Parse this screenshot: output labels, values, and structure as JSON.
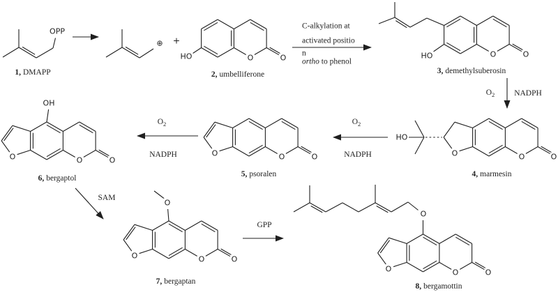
{
  "colors": {
    "ink": "#1f1f1f",
    "background": "#ffffff"
  },
  "molecules": {
    "dmapp": {
      "num": "1,",
      "name": "DMAPP",
      "opp_label": "OPP"
    },
    "allyl_cation": {
      "charge_symbol": "⊕"
    },
    "plus_sign": "+",
    "umbelliferone": {
      "num": "2,",
      "name": "umbelliferone",
      "hydroxyl": "HO",
      "ring_oxygen": "O",
      "carbonyl_oxygen": "O"
    },
    "demethylsuberosin": {
      "num": "3,",
      "name": "demethylsuberosin",
      "hydroxyl": "HO",
      "ring_oxygen": "O",
      "carbonyl_oxygen": "O"
    },
    "marmesin": {
      "num": "4,",
      "name": "marmesin",
      "hydroxyl": "HO",
      "furan_oxygen": "O",
      "ring_oxygen": "O",
      "carbonyl_oxygen": "O"
    },
    "psoralen": {
      "num": "5,",
      "name": "psoralen",
      "furan_oxygen": "O",
      "ring_oxygen": "O",
      "carbonyl_oxygen": "O"
    },
    "bergaptol": {
      "num": "6,",
      "name": "bergaptol",
      "hydroxyl": "OH",
      "furan_oxygen": "O",
      "ring_oxygen": "O",
      "carbonyl_oxygen": "O"
    },
    "bergaptan": {
      "num": "7,",
      "name": "bergaptan",
      "methoxy_oxygen": "O",
      "furan_oxygen": "O",
      "ring_oxygen": "O",
      "carbonyl_oxygen": "O"
    },
    "bergamottin": {
      "num": "8,",
      "name": "bergamottin",
      "ether_oxygen": "O",
      "furan_oxygen": "O",
      "ring_oxygen": "O",
      "carbonyl_oxygen": "O"
    }
  },
  "steps": {
    "alkylation": {
      "line1": "C-alkylation at",
      "line2": "activated positio",
      "line3": "n",
      "line4_italic": "ortho",
      "line4_rest": " to phenol"
    },
    "step_3_to_4": {
      "oxygen": "O",
      "oxygen_sub": "2",
      "cofactor": "NADPH"
    },
    "step_4_to_5": {
      "oxygen": "O",
      "oxygen_sub": "2",
      "cofactor": "NADPH"
    },
    "step_5_to_6": {
      "oxygen": "O",
      "oxygen_sub": "2",
      "cofactor": "NADPH"
    },
    "step_6_to_7": {
      "reagent": "SAM"
    },
    "step_7_to_8": {
      "reagent": "GPP"
    }
  }
}
